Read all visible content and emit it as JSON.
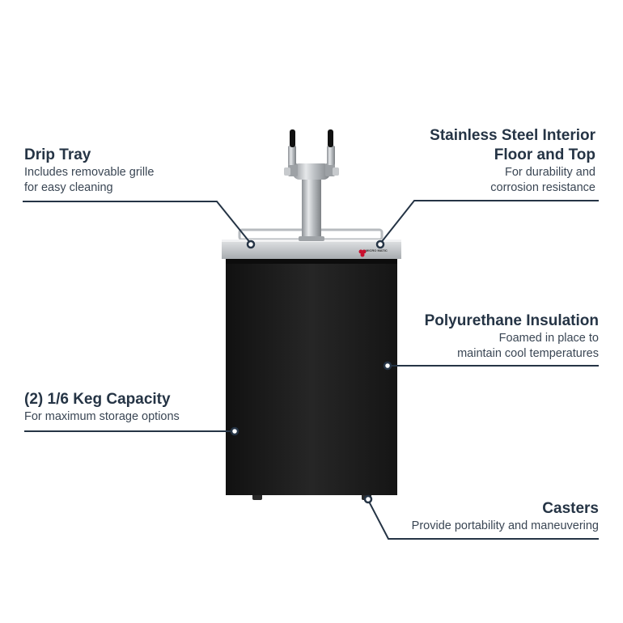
{
  "callouts": {
    "drip_tray": {
      "title": "Drip Tray",
      "desc_line1": "Includes removable grille",
      "desc_line2": "for easy cleaning"
    },
    "stainless": {
      "title_line1": "Stainless Steel Interior",
      "title_line2": "Floor and Top",
      "desc_line1": "For durability and",
      "desc_line2": "corrosion resistance"
    },
    "insulation": {
      "title": "Polyurethane Insulation",
      "desc_line1": "Foamed in place to",
      "desc_line2": "maintain cool temperatures"
    },
    "keg": {
      "title": "(2) 1/6 Keg Capacity",
      "desc_line1": "For maximum storage options"
    },
    "casters": {
      "title": "Casters",
      "desc_line1": "Provide portability and maneuvering"
    }
  },
  "brand_logo": "MICRO MATIC",
  "colors": {
    "text": "#253445",
    "leader_line": "#253445",
    "cabinet": "#1f1f1f",
    "steel": "#c9cccf"
  }
}
